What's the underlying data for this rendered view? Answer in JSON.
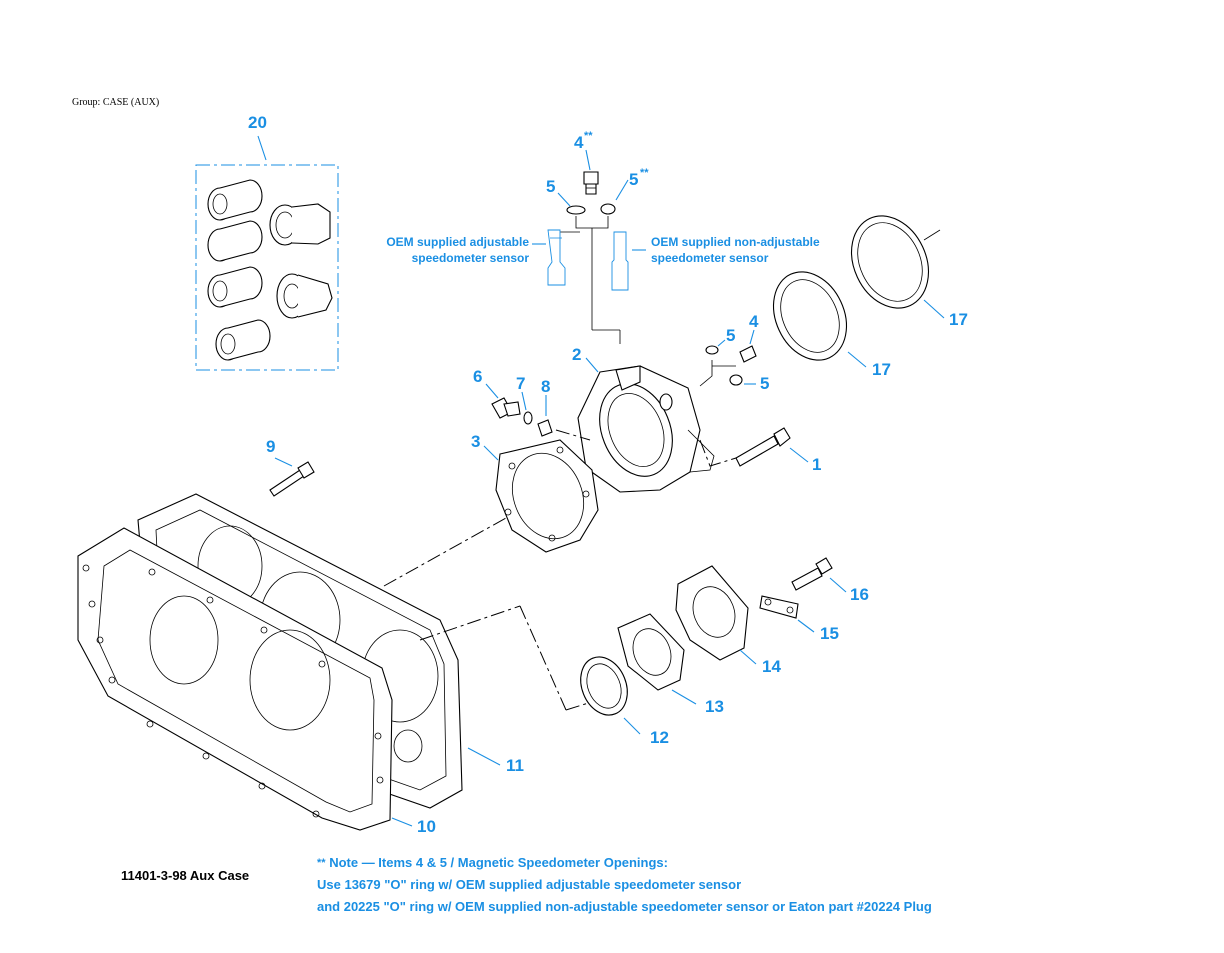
{
  "group_label": "Group: CASE (AUX)",
  "figure_id": "11401-3-98  Aux Case",
  "callouts": {
    "c1": "1",
    "c2": "2",
    "c3": "3",
    "c4a": "4",
    "c4a_sup": "**",
    "c4b": "4",
    "c5a": "5",
    "c5b": "5",
    "c5b_sup": "**",
    "c5c": "5",
    "c5d": "5",
    "c6": "6",
    "c7": "7",
    "c8": "8",
    "c9": "9",
    "c10": "10",
    "c11": "11",
    "c12": "12",
    "c13": "13",
    "c14": "14",
    "c15": "15",
    "c16": "16",
    "c17a": "17",
    "c17b": "17",
    "c20": "20"
  },
  "sensor_labels": {
    "adjustable_line1": "OEM supplied adjustable",
    "adjustable_line2": "speedometer sensor",
    "nonadjustable_line1": "OEM supplied non-adjustable",
    "nonadjustable_line2": "speedometer sensor"
  },
  "note": {
    "stars": "**",
    "line1": "Note — Items 4 & 5 / Magnetic Speedometer Openings:",
    "line2": "Use 13679 \"O\" ring w/ OEM supplied adjustable speedometer sensor",
    "line3": "and 20225 \"O\" ring  w/ OEM supplied non-adjustable speedometer sensor or Eaton part #20224 Plug"
  }
}
